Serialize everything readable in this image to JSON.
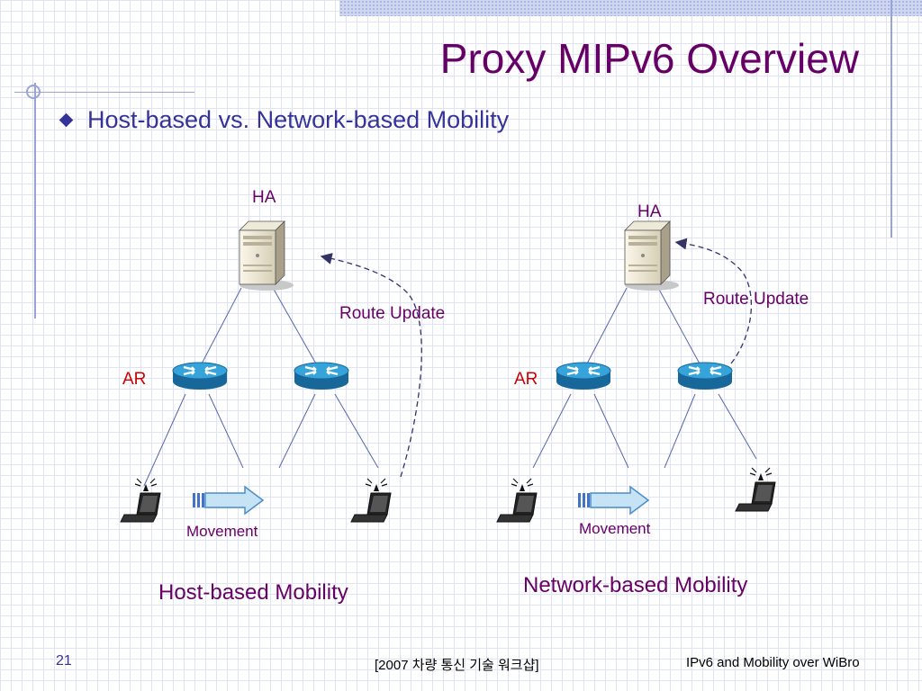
{
  "title": "Proxy MIPv6 Overview",
  "bullet": "Host-based vs. Network-based Mobility",
  "host_based": {
    "ha_label": "HA",
    "ar_label": "AR",
    "route_update_label": "Route Update",
    "movement_label": "Movement",
    "caption": "Host-based Mobility"
  },
  "network_based": {
    "ha_label": "HA",
    "ar_label": "AR",
    "route_update_label": "Route Update",
    "movement_label": "Movement",
    "caption": "Network-based Mobility"
  },
  "footer": {
    "page_number": "21",
    "center_text": "[2007 차량 통신 기술 워크샵]",
    "right_text": "IPv6 and Mobility over WiBro"
  },
  "colors": {
    "title": "#660066",
    "bullet_text": "#333399",
    "diagram_labels": "#660066",
    "ar_label": "#cc0000",
    "router_fill": "#1f8fc8",
    "links": "#5566aa"
  }
}
